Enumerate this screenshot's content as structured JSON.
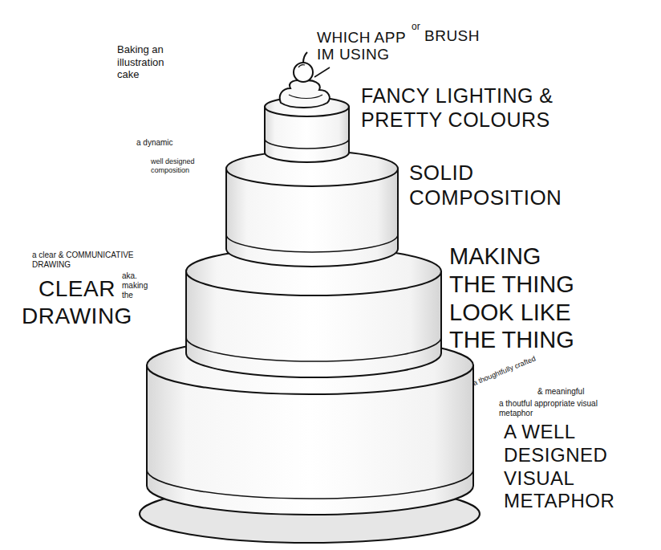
{
  "diagram": {
    "labels": [
      "Baking an illustration cake",
      "WHICH APP",
      "or",
      "BRUSH",
      "IM USING",
      "FANCY LIGHTING & PRETTY COLOURS",
      "a dynamic",
      "well designed composition",
      "SOLID COMPOSITION",
      "a clear & COMMUNICATIVE DRAWING",
      "aka. making the",
      "CLEAR DRAWING",
      "MAKING THE THING LOOK LIKE THE THING",
      "a thoughtfully crafted",
      "& meaningful",
      "a thoutful appropriate visual metaphor",
      "A WELL DESIGNED VISUAL METAPHOR"
    ]
  }
}
